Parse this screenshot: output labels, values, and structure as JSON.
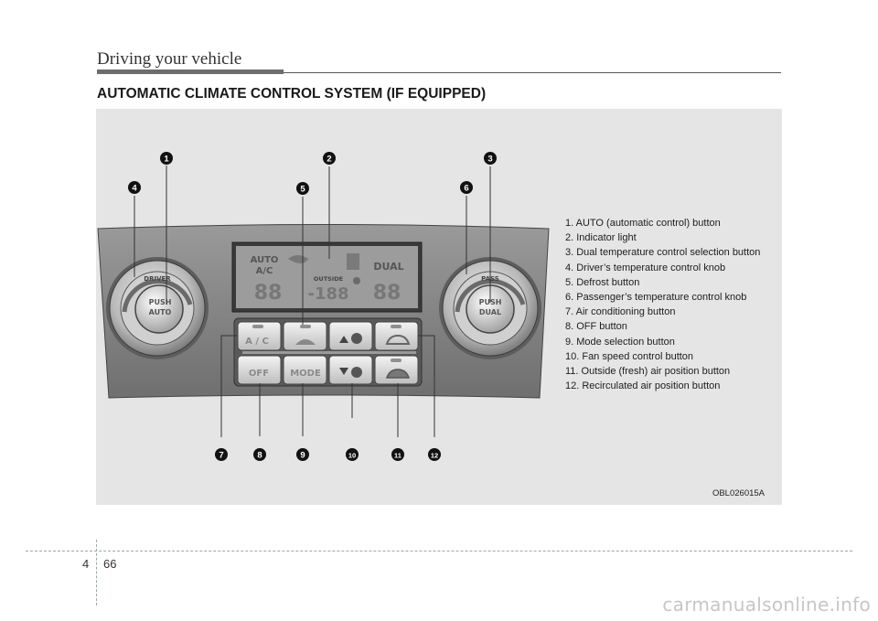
{
  "header": {
    "section": "Driving your vehicle"
  },
  "title": "AUTOMATIC CLIMATE CONTROL SYSTEM (IF EQUIPPED)",
  "figure_code": "OBL026015A",
  "legend": [
    "1. AUTO (automatic control) button",
    "2. Indicator light",
    "3. Dual temperature control selection button",
    "4. Driver’s temperature control knob",
    "5. Defrost button",
    "6. Passenger’s temperature control knob",
    "7. Air conditioning button",
    "8. OFF button",
    "9. Mode selection button",
    "10. Fan speed control button",
    "11. Outside (fresh) air position button",
    "12. Recirculated air position button"
  ],
  "panel": {
    "display": {
      "auto": "AUTO",
      "ac": "A/C",
      "outside": "OUTSIDE",
      "dual": "DUAL",
      "left_temp": "88",
      "outside_temp": "-188",
      "right_temp": "88"
    },
    "left_knob": {
      "ring": "DRIVER",
      "line1": "PUSH",
      "line2": "AUTO"
    },
    "right_knob": {
      "ring": "PASS",
      "line1": "PUSH",
      "line2": "DUAL"
    },
    "buttons": {
      "ac": "A / C",
      "off": "OFF",
      "mode": "MODE"
    }
  },
  "callouts": [
    "1",
    "2",
    "3",
    "4",
    "5",
    "6",
    "7",
    "8",
    "9",
    "10",
    "11",
    "12"
  ],
  "footer": {
    "chapter": "4",
    "page": "66"
  },
  "watermark": "carmanualsonline.info"
}
